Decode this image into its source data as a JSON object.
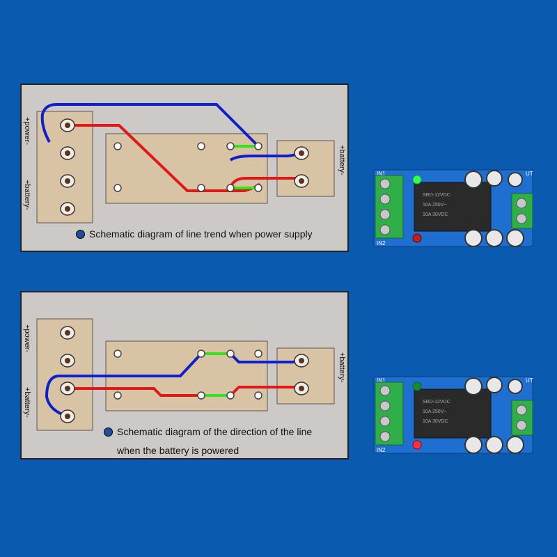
{
  "colors": {
    "background": "#0a5bb0",
    "panel": "#ccc9c6",
    "terminal_block": "#d9c3a5",
    "positive_wire": "#e01818",
    "negative_wire": "#1020c8",
    "contact": "#36e21a",
    "pcb": "#1f6fd0"
  },
  "diagram_top": {
    "left_label_power": "+power-",
    "left_label_battery": "+battery-",
    "right_label": "+battery-",
    "caption": "Schematic diagram of line trend when power supply"
  },
  "diagram_bottom": {
    "left_label_power": "+power-",
    "left_label_battery": "+battery-",
    "right_label": "+battery-",
    "caption_line1": "Schematic diagram of the direction of the line",
    "caption_line2": "when the battery is powered"
  },
  "board_top": {
    "label_in1": "IN1",
    "label_in2": "IN2",
    "label_out": "UT",
    "relay_text": [
      "SRD-12VDC",
      "10A 250V~",
      "10A 30VDC"
    ],
    "green_led": "on",
    "red_led": "off"
  },
  "board_bottom": {
    "label_in1": "IN1",
    "label_in2": "IN2",
    "label_out": "UT",
    "relay_text": [
      "SRD-12VDC",
      "10A 250V~",
      "10A 30VDC"
    ],
    "green_led": "off",
    "red_led": "on"
  }
}
